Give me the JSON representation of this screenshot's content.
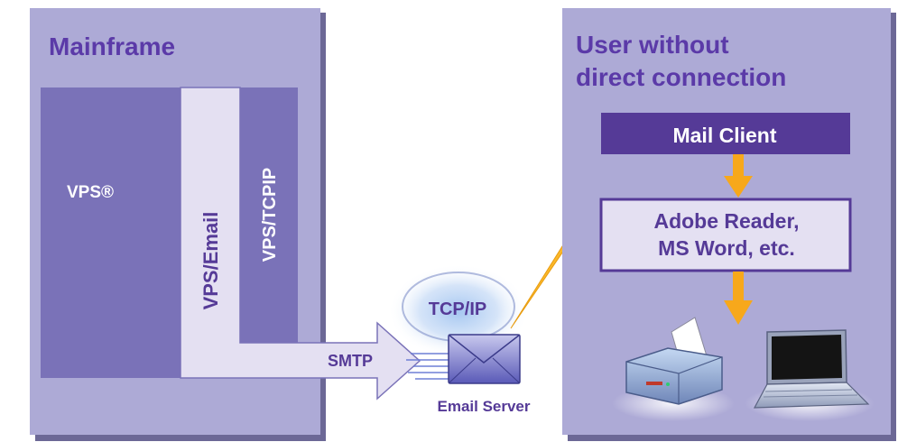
{
  "mainframe": {
    "title": "Mainframe",
    "vps_label": "VPS®",
    "email_label": "VPS/Email",
    "tcpip_label": "VPS/TCPIP",
    "smtp_label": "SMTP"
  },
  "server": {
    "protocol_label": "TCP/IP",
    "caption": "Email Server"
  },
  "user": {
    "title_line1": "User without",
    "title_line2": "direct connection",
    "mail_client_label": "Mail Client",
    "reader_line1": "Adobe Reader,",
    "reader_line2": "MS Word, etc."
  },
  "icons": [
    "envelope-icon",
    "printer-icon",
    "laptop-icon",
    "lightning-bolt-icon"
  ],
  "colors": {
    "panel": "#adaad6",
    "panel_shadow": "#6c6896",
    "dark_purple": "#7a72b8",
    "deep_purple": "#553a97",
    "light_lavender": "#e4e0f2",
    "title_purple": "#5b3aa8",
    "arrow_orange": "#f7a81b",
    "bolt_yellow": "#fbb829"
  }
}
